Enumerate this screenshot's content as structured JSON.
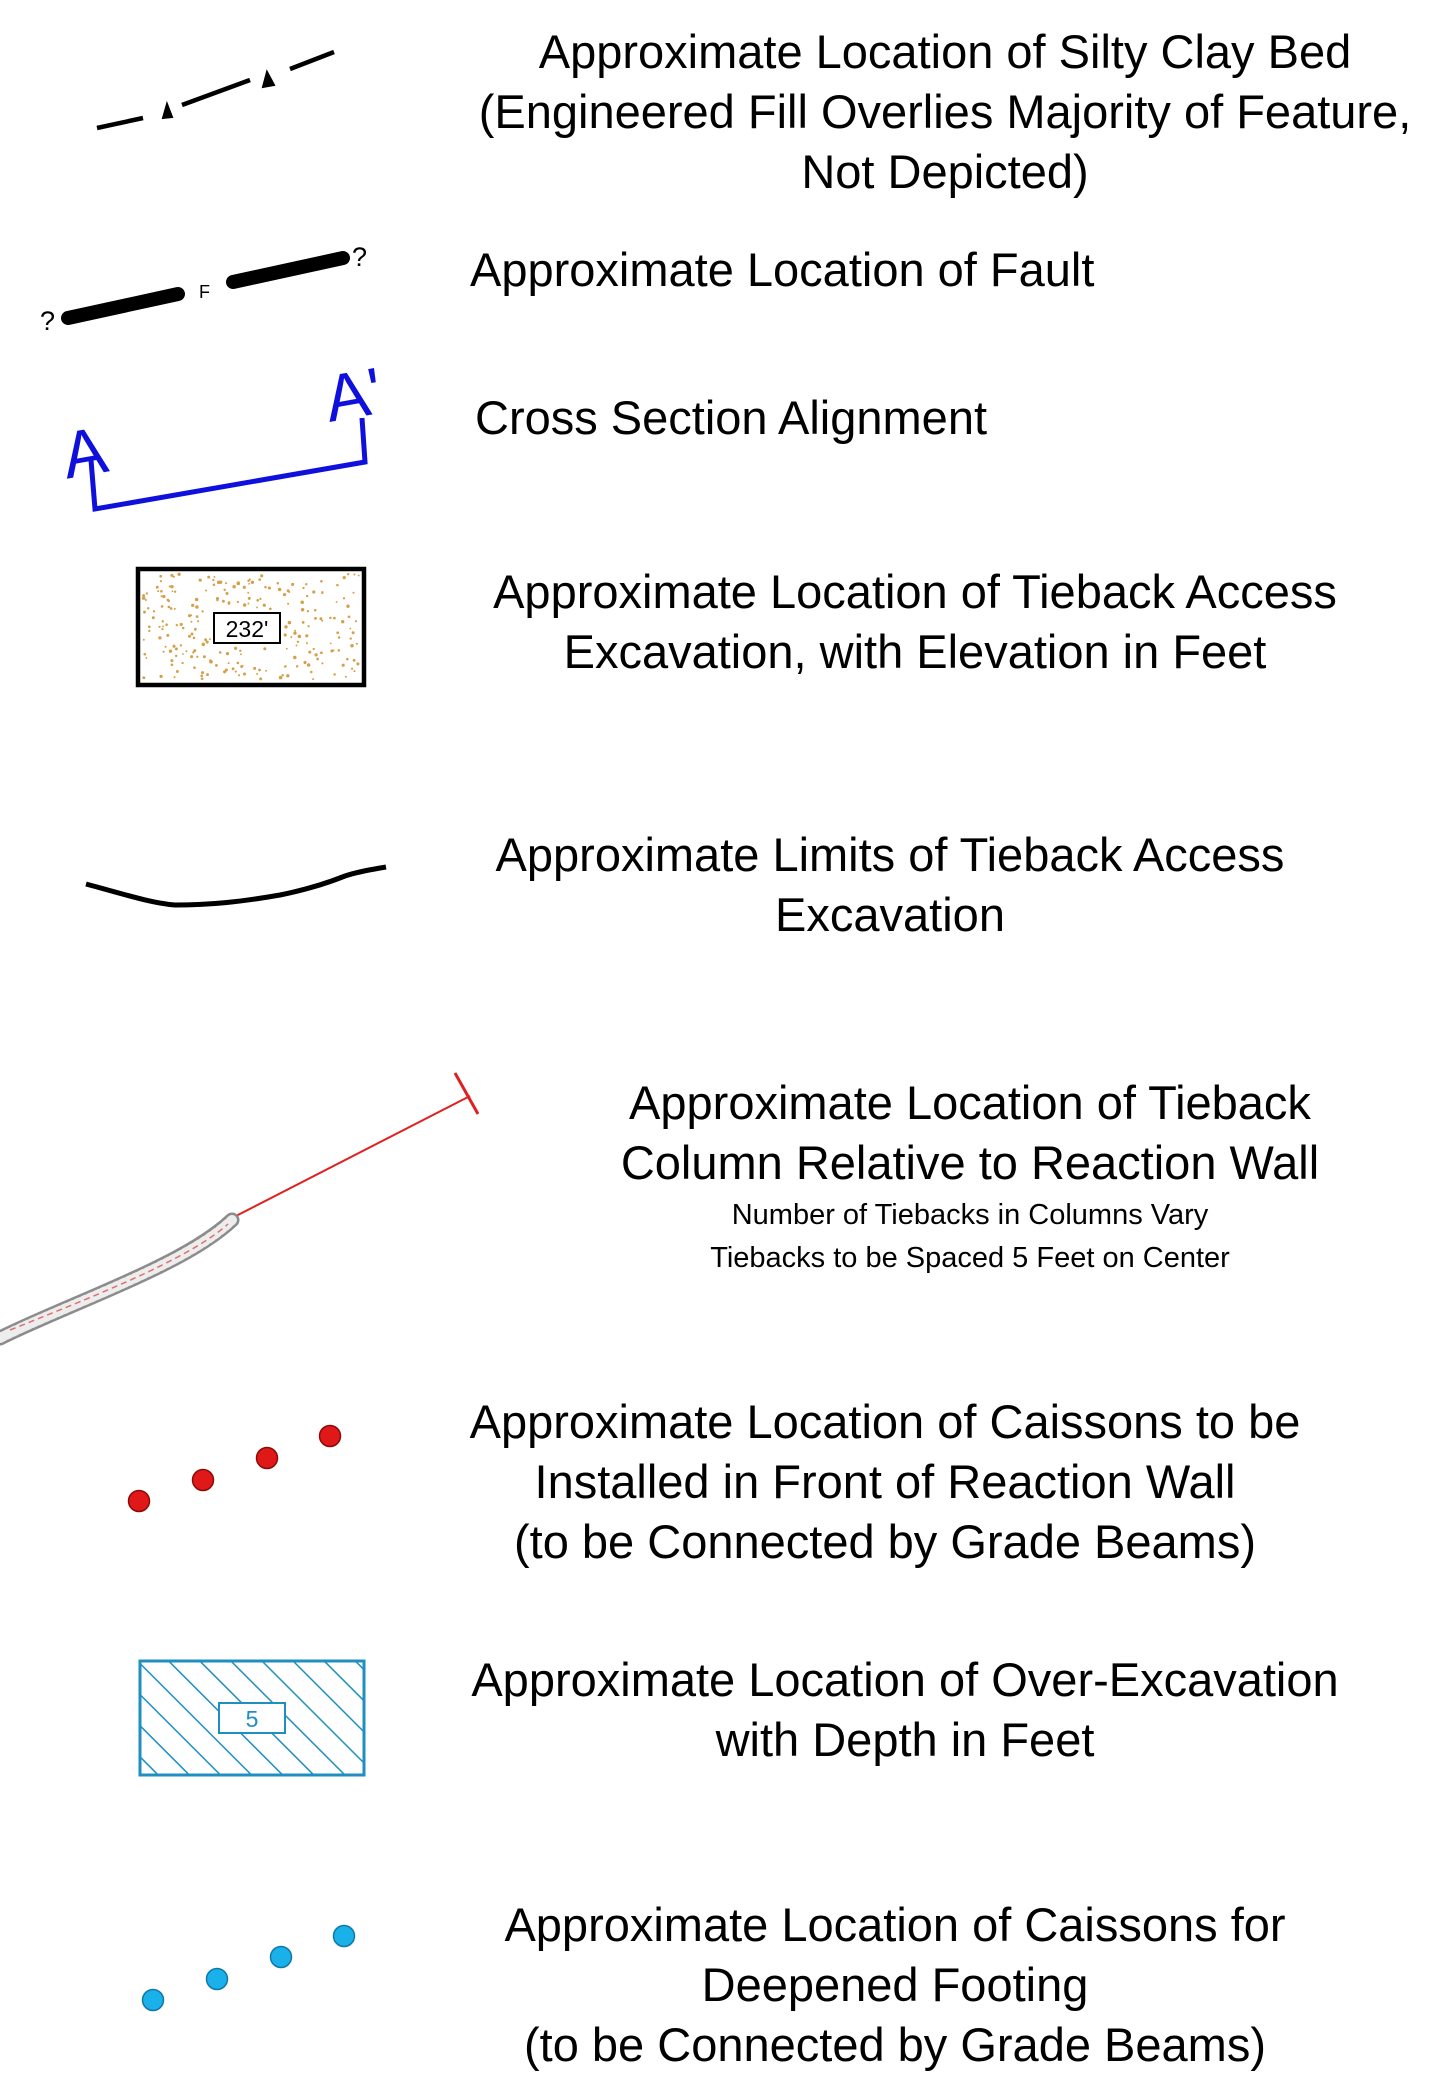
{
  "legend": {
    "items": [
      {
        "id": "silty-clay-bed",
        "lines": [
          "Approximate Location of Silty Clay Bed",
          "(Engineered Fill Overlies Majority of Feature,",
          "Not Depicted)"
        ]
      },
      {
        "id": "fault",
        "lines": [
          "Approximate Location of Fault"
        ],
        "symbol": {
          "left_mark": "?",
          "right_mark": "?",
          "letter": "F"
        }
      },
      {
        "id": "cross-section",
        "lines": [
          "Cross Section Alignment"
        ],
        "symbol": {
          "start_label": "A",
          "end_label": "A'",
          "color": "#1010dd"
        }
      },
      {
        "id": "tieback-access-excavation",
        "lines": [
          "Approximate Location of Tieback Access",
          "Excavation, with Elevation in Feet"
        ],
        "symbol": {
          "elevation": "232'",
          "dot_color": "#d4a04a"
        }
      },
      {
        "id": "limits-tieback-excavation",
        "lines": [
          "Approximate Limits of Tieback Access",
          "Excavation"
        ]
      },
      {
        "id": "tieback-column",
        "lines": [
          "Approximate Location of Tieback",
          "Column Relative to Reaction Wall"
        ],
        "notes": [
          "Number of Tiebacks in Columns Vary",
          "Tiebacks to be Spaced 5 Feet on Center"
        ],
        "symbol": {
          "color": "#e02020"
        }
      },
      {
        "id": "caissons-reaction-wall",
        "lines": [
          "Approximate Location of Caissons to be",
          "Installed in Front of Reaction Wall",
          "(to be Connected by Grade Beams)"
        ],
        "symbol": {
          "color": "#e01818"
        }
      },
      {
        "id": "over-excavation",
        "lines": [
          "Approximate Location of Over-Excavation",
          "with Depth in Feet"
        ],
        "symbol": {
          "depth": "5",
          "color": "#1e8fc0"
        }
      },
      {
        "id": "caissons-deepened-footing",
        "lines": [
          "Approximate Location of Caissons for",
          "Deepened Footing",
          "(to be Connected by Grade Beams)"
        ],
        "symbol": {
          "color": "#1ab0ea"
        }
      }
    ]
  }
}
